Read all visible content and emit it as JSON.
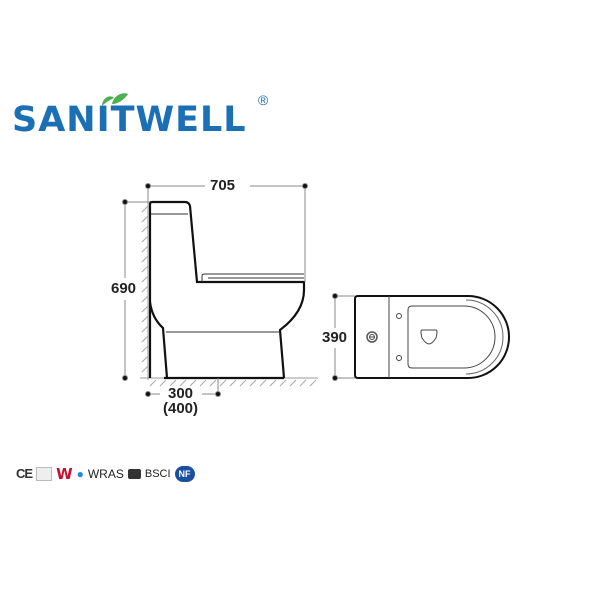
{
  "brand": {
    "name": "SANITWELL",
    "registered_mark": "®",
    "color": "#1a6fb5",
    "leaf_color": "#4caf50"
  },
  "drawing": {
    "side_view": {
      "width_label": "705",
      "height_label": "690",
      "rough_in_label": "300",
      "rough_in_alt_label": "(400)"
    },
    "top_view": {
      "depth_label": "390"
    },
    "line_color": "#111111",
    "dim_line_color": "#888888"
  },
  "certifications": [
    {
      "label": "CE"
    },
    {
      "label": "cert-box"
    },
    {
      "label": "W"
    },
    {
      "label": "WRAS"
    },
    {
      "label": "BSCI"
    },
    {
      "label": "NF"
    }
  ]
}
